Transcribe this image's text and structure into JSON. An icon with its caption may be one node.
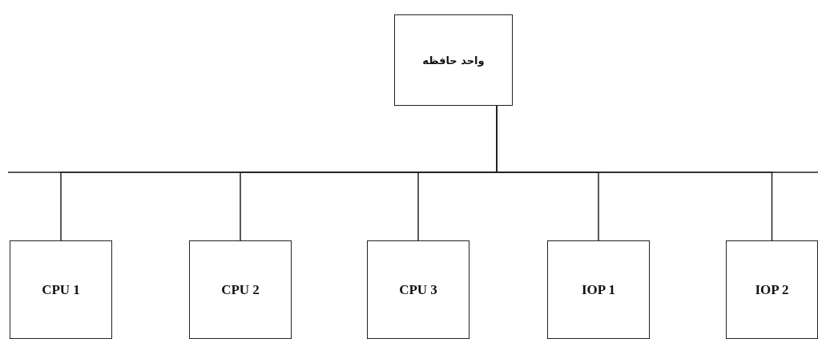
{
  "diagram": {
    "nodes": [
      {
        "text": [
          "واحد حافظه"
        ]
      },
      {
        "text": [
          "CPU 1"
        ]
      },
      {
        "text": [
          "CPU 2"
        ]
      },
      {
        "text": [
          "CPU 3"
        ]
      },
      {
        "text": [
          "IOP 1"
        ]
      },
      {
        "text": [
          "IOP 2"
        ]
      }
    ],
    "edges": [
      {
        "from": 0,
        "to": 1,
        "arrow": "none"
      },
      {
        "from": 0,
        "to": 2,
        "arrow": "none"
      },
      {
        "from": 0,
        "to": 3,
        "arrow": "none"
      },
      {
        "from": 0,
        "to": 4,
        "arrow": "none"
      },
      {
        "from": 0,
        "to": 5,
        "arrow": "none"
      }
    ]
  }
}
